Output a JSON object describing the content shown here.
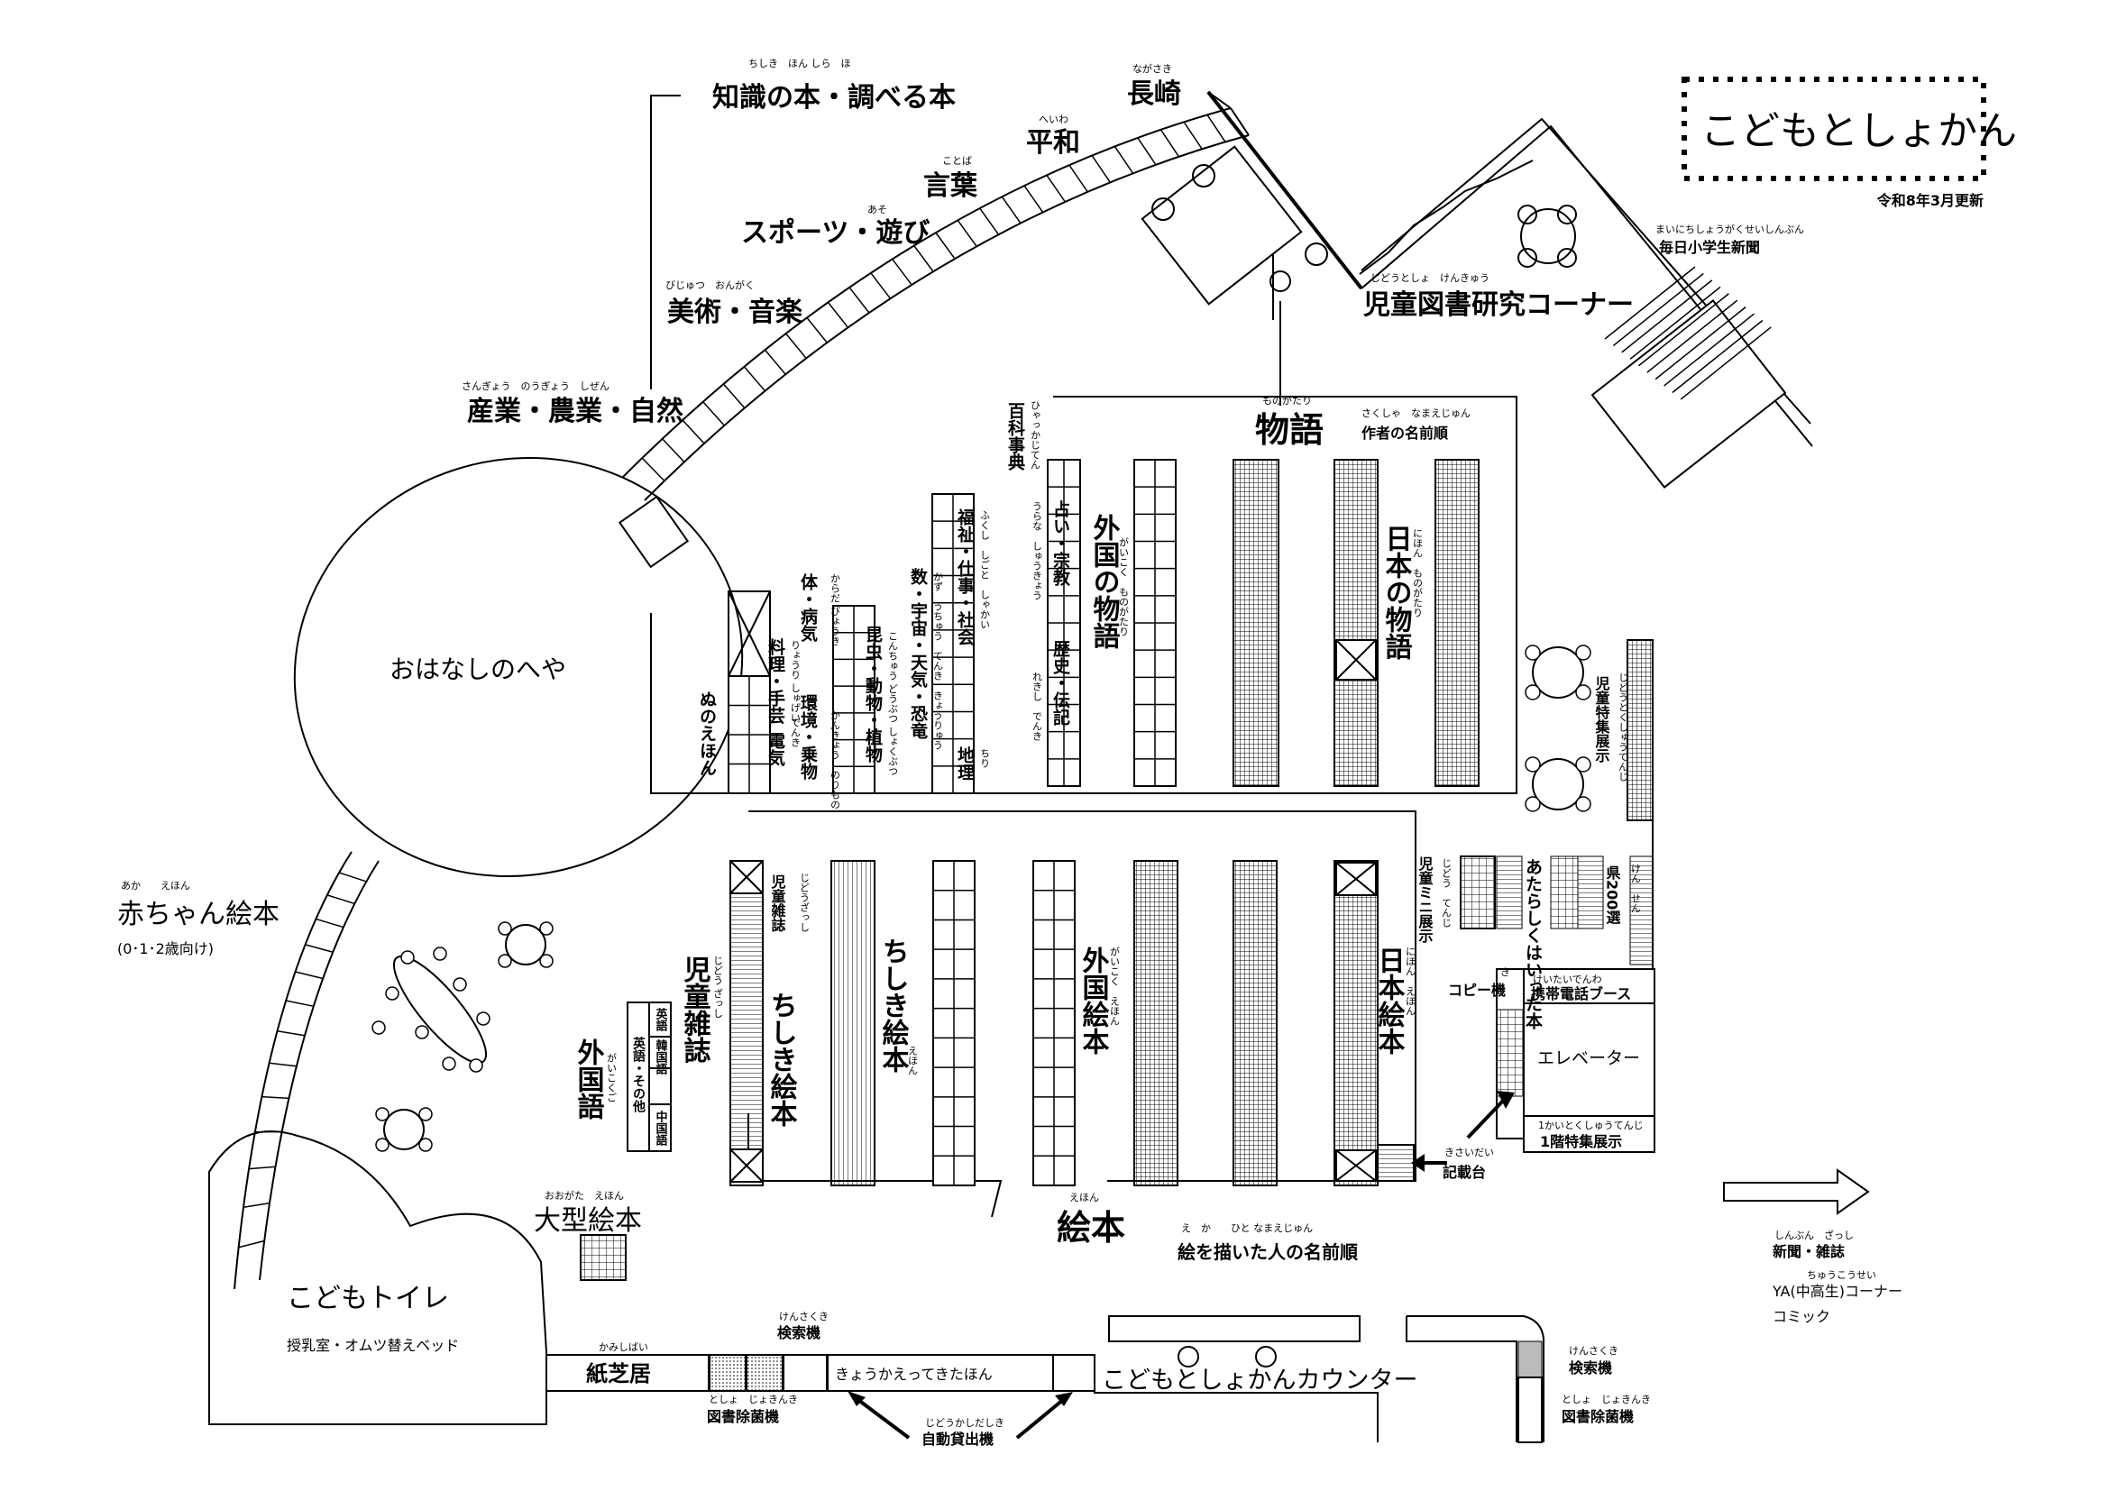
{
  "title": "こどもとしょかん",
  "updated": "令和8年3月更新",
  "zones": {
    "knowledge": {
      "text": "知識の本・調べる本",
      "ruby": "ちしき　ほん しら　ほ"
    },
    "nagasaki": {
      "text": "長崎",
      "ruby": "ながさき"
    },
    "heiwa": {
      "text": "平和",
      "ruby": "へいわ"
    },
    "kotoba": {
      "text": "言葉",
      "ruby": "ことば"
    },
    "sports": {
      "text": "スポーツ・遊び",
      "ruby": "あそ"
    },
    "art": {
      "text": "美術・音楽",
      "ruby": "びじゅつ　おんがく"
    },
    "industry": {
      "text": "産業・農業・自然",
      "ruby": "さんぎょう　のうぎょう　しぜん"
    },
    "story_room": {
      "text": "おはなしのへや"
    },
    "research": {
      "text": "児童図書研究コーナー",
      "ruby": "じどうとしょ　けんきゅう"
    },
    "mainichi": {
      "text": "毎日小学生新聞",
      "ruby": "まいにちしょうがくせいしんぶん"
    },
    "monogatari": {
      "text": "物語",
      "ruby": "ものがたり"
    },
    "author_order": {
      "text": "作者の名前順",
      "ruby": "さくしゃ　なまえじゅん"
    },
    "foreign_story": {
      "text": "外国の物語",
      "ruby": "がいこく　ものがたり"
    },
    "japan_story": {
      "text": "日本の物語",
      "ruby": "にほん　ものがたり"
    },
    "encyclopedia": {
      "text": "百科事典",
      "ruby": "ひゃっかじてん"
    },
    "fortune": {
      "text": "占い・宗教",
      "ruby": "うらな　しゅうきょう"
    },
    "history": {
      "text": "歴史・伝記",
      "ruby": "れきし　でんき"
    },
    "welfare": {
      "text": "福祉・仕事・社会",
      "ruby": "ふくし　しごと　しゃかい"
    },
    "geography": {
      "text": "地理",
      "ruby": "ちり"
    },
    "math": {
      "text": "数・宇宙・天気・恐竜",
      "ruby": "かず　うちゅう　てんき　きょうりゅう"
    },
    "insects": {
      "text": "昆虫・動物・植物",
      "ruby": "こんちゅう どうぶつ しょくぶつ"
    },
    "body": {
      "text": "体・病気",
      "ruby": "からだ びょうき"
    },
    "env": {
      "text": "環境・乗物",
      "ruby": "かんきょう　のりもの"
    },
    "cooking": {
      "text": "料理・手芸",
      "ruby": "りょうり しゅげい"
    },
    "electric": {
      "text": "電気",
      "ruby": "でんき"
    },
    "cloth": {
      "text": "ぬのえほん"
    },
    "special": {
      "text": "児童特集展示",
      "ruby": "じどうとくしゅうてんじ"
    },
    "mini": {
      "text": "児童ミニ展示",
      "ruby": "じどう　てんじ"
    },
    "new_books": {
      "text": "あたらしくはいった本"
    },
    "ken200": {
      "text": "県200選",
      "ruby": "けん　せん"
    },
    "copy": {
      "text": "コピー機",
      "ruby": "き"
    },
    "phone": {
      "text": "携帯電話ブース",
      "ruby": "けいたいでんわ"
    },
    "elevator": {
      "text": "エレベーター"
    },
    "floor_special": {
      "text": "1階特集展示",
      "ruby": "1かいとくしゅうてんじ"
    },
    "stand": {
      "text": "記載台",
      "ruby": "きさいだい"
    },
    "newspaper": {
      "text": "新聞・雑誌",
      "ruby": "しんぶん　ざっし"
    },
    "ya": {
      "text": "YA(中高生)コーナー",
      "ruby": "ちゅうこうせい"
    },
    "comic": {
      "text": "コミック"
    },
    "baby": {
      "text": "赤ちゃん絵本",
      "ruby": "あか　　えほん"
    },
    "baby_age": {
      "text": "(0･1･2歳向け)"
    },
    "magazine": {
      "text": "児童雑誌",
      "ruby": "じどう ざっし"
    },
    "magazine_small": {
      "text": "児童雑誌",
      "ruby": "じどうざっし"
    },
    "chishiki_ehon": {
      "text": "ちしき絵本",
      "ruby": "えほん"
    },
    "foreign_ehon": {
      "text": "外国絵本",
      "ruby": "がいこく　えほん"
    },
    "japan_ehon": {
      "text": "日本絵本",
      "ruby": "にほん　えほん"
    },
    "ehon": {
      "text": "絵本",
      "ruby": "えほん"
    },
    "illustrator": {
      "text": "絵を描いた人の名前順",
      "ruby": "え　か　　ひと なまえじゅん"
    },
    "foreign_lang": {
      "text": "外国語",
      "ruby": "がいこくご"
    },
    "english": {
      "text": "英語"
    },
    "korean": {
      "text": "韓国語"
    },
    "chinese": {
      "text": "中国語"
    },
    "english_other": {
      "text": "英語・その他"
    },
    "big_ehon": {
      "text": "大型絵本",
      "ruby": "おおがた　えほん"
    },
    "toilet": {
      "text": "こどもトイレ"
    },
    "nursing": {
      "text": "授乳室・オムツ替えベッド"
    },
    "kamishibai": {
      "text": "紙芝居",
      "ruby": "かみしばい"
    },
    "search1": {
      "text": "検索機",
      "ruby": "けんさくき"
    },
    "sterilizer1": {
      "text": "図書除菌機",
      "ruby": "としょ　じょきんき"
    },
    "returned": {
      "text": "きょうかえってきたほん"
    },
    "self_checkout": {
      "text": "自動貸出機",
      "ruby": "じどうかしだしき"
    },
    "counter": {
      "text": "こどもとしょかんカウンター"
    },
    "search2": {
      "text": "検索機",
      "ruby": "けんさくき"
    },
    "sterilizer2": {
      "text": "図書除菌機",
      "ruby": "としょ　じょきんき"
    }
  }
}
